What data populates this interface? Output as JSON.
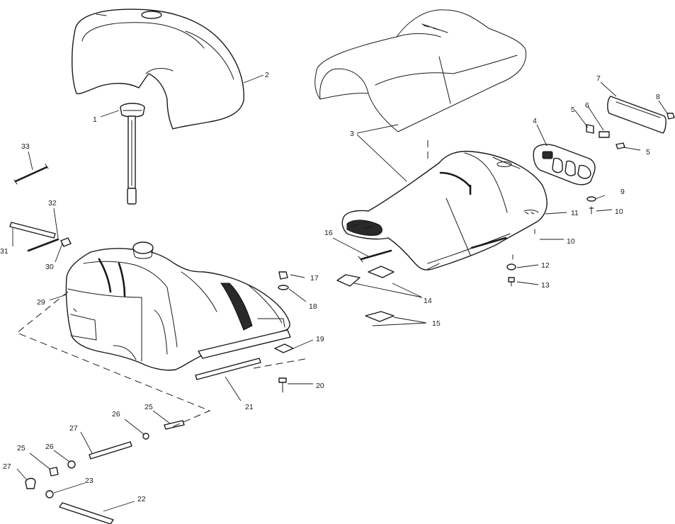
{
  "callouts": [
    {
      "id": "c1",
      "label": "1"
    },
    {
      "id": "c2",
      "label": "2"
    },
    {
      "id": "c3",
      "label": "3"
    },
    {
      "id": "c4",
      "label": "4"
    },
    {
      "id": "c5a",
      "label": "5"
    },
    {
      "id": "c5b",
      "label": "5"
    },
    {
      "id": "c6",
      "label": "6"
    },
    {
      "id": "c7",
      "label": "7"
    },
    {
      "id": "c8",
      "label": "8"
    },
    {
      "id": "c9",
      "label": "9"
    },
    {
      "id": "c10a",
      "label": "10"
    },
    {
      "id": "c10b",
      "label": "10"
    },
    {
      "id": "c11",
      "label": "11"
    },
    {
      "id": "c12",
      "label": "12"
    },
    {
      "id": "c13",
      "label": "13"
    },
    {
      "id": "c14",
      "label": "14"
    },
    {
      "id": "c15",
      "label": "15"
    },
    {
      "id": "c16",
      "label": "16"
    },
    {
      "id": "c17",
      "label": "17"
    },
    {
      "id": "c18",
      "label": "18"
    },
    {
      "id": "c19",
      "label": "19"
    },
    {
      "id": "c20",
      "label": "20"
    },
    {
      "id": "c21",
      "label": "21"
    },
    {
      "id": "c22",
      "label": "22"
    },
    {
      "id": "c23",
      "label": "23"
    },
    {
      "id": "c25a",
      "label": "25"
    },
    {
      "id": "c25b",
      "label": "25"
    },
    {
      "id": "c26a",
      "label": "26"
    },
    {
      "id": "c26b",
      "label": "26"
    },
    {
      "id": "c27a",
      "label": "27"
    },
    {
      "id": "c27b",
      "label": "27"
    },
    {
      "id": "c29",
      "label": "29"
    },
    {
      "id": "c30",
      "label": "30"
    },
    {
      "id": "c31",
      "label": "31"
    },
    {
      "id": "c32",
      "label": "32"
    },
    {
      "id": "c33",
      "label": "33"
    }
  ]
}
